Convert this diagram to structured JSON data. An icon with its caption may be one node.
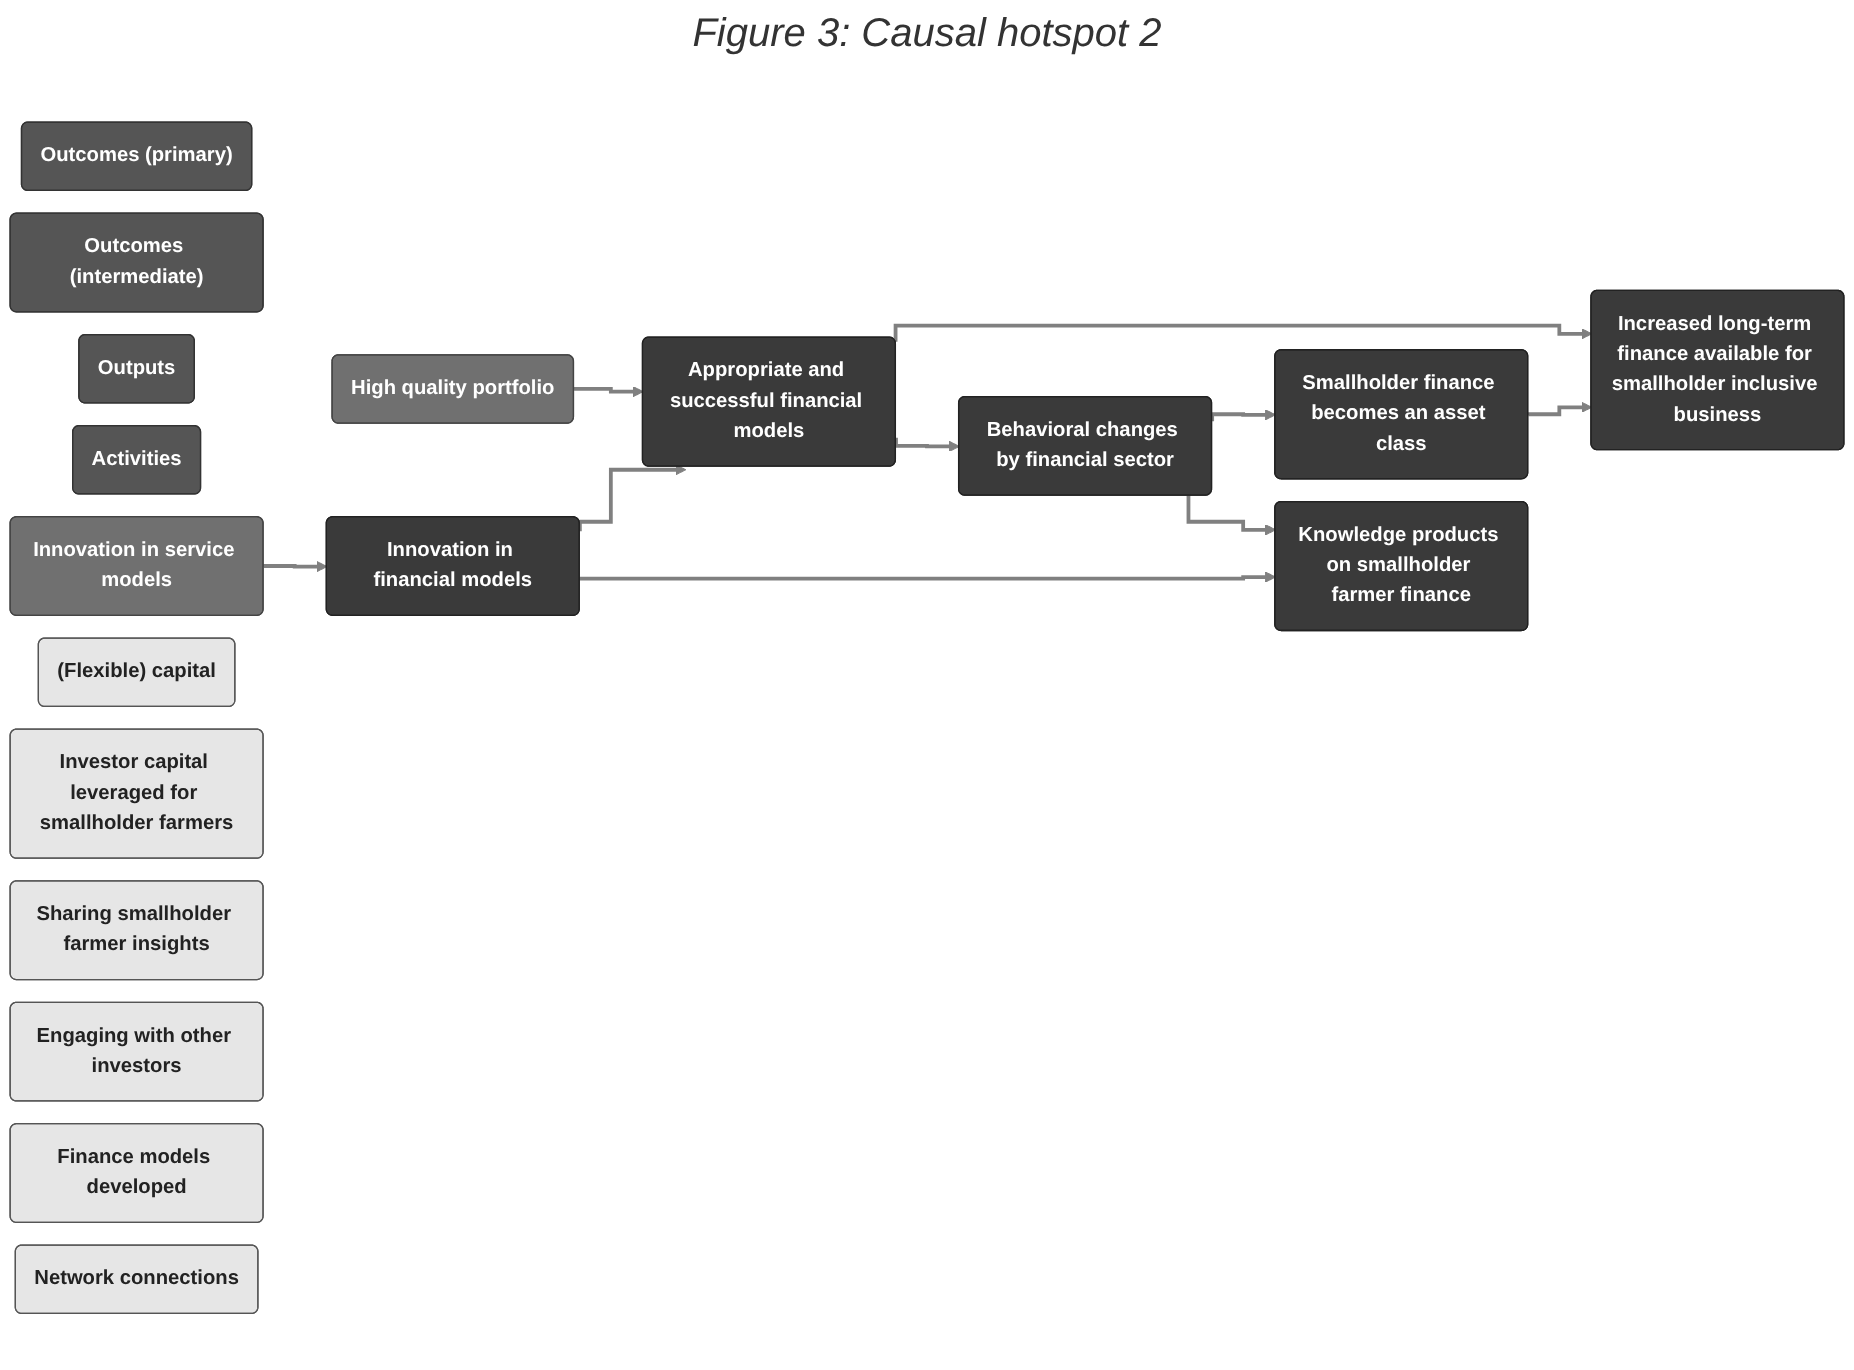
{
  "diagram": {
    "title": "Figure 3: Causal hotspot 2",
    "nodes": [
      {
        "text": [
          "Outcomes (primary)"
        ]
      },
      {
        "text": [
          "Outcomes (intermediate)"
        ]
      },
      {
        "text": [
          "Outputs"
        ]
      },
      {
        "text": [
          "Activities"
        ]
      },
      {
        "text": [
          "Smallholder finance becomes an asset class"
        ]
      },
      {
        "text": [
          "Increased long-term finance available for smallholder inclusive business"
        ]
      },
      {
        "text": [
          "Behavioral changes by financial sector"
        ]
      },
      {
        "text": [
          "High quality portfolio"
        ]
      },
      {
        "text": [
          "Appropriate and successful financial models"
        ]
      },
      {
        "text": [
          "Knowledge products on smallholder farmer finance"
        ]
      },
      {
        "text": [
          "Innovation in service models"
        ]
      },
      {
        "text": [
          "Innovation in financial models"
        ]
      },
      {
        "text": [
          "(Flexible) capital"
        ]
      },
      {
        "text": [
          "Investor capital leveraged for smallholder farmers"
        ]
      },
      {
        "text": [
          "Sharing smallholder farmer insights"
        ]
      },
      {
        "text": [
          "Engaging with other investors"
        ]
      },
      {
        "text": [
          "Finance models developed"
        ]
      },
      {
        "text": [
          "Network connections"
        ]
      }
    ],
    "edges": [
      {
        "from": 8,
        "to": 5,
        "arrow": "to"
      },
      {
        "from": 4,
        "to": 5,
        "arrow": "to"
      },
      {
        "from": 6,
        "to": 4,
        "arrow": "to"
      },
      {
        "from": 7,
        "to": 8,
        "arrow": "to"
      },
      {
        "from": 8,
        "to": 6,
        "arrow": "to"
      },
      {
        "from": 6,
        "to": 9,
        "arrow": "to"
      },
      {
        "from": 10,
        "to": 11,
        "arrow": "to"
      },
      {
        "from": 11,
        "to": 8,
        "arrow": "to"
      },
      {
        "from": 11,
        "to": 9,
        "arrow": "to"
      }
    ]
  }
}
